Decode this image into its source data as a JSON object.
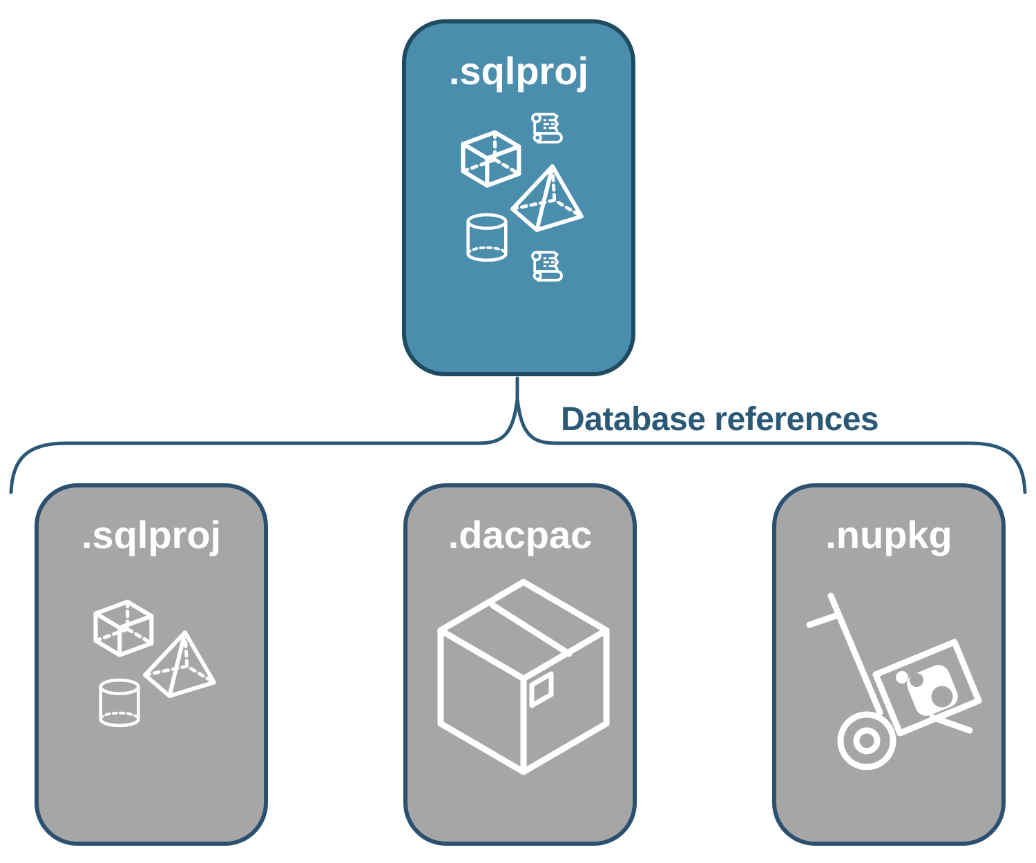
{
  "diagram": {
    "parent_box": {
      "label": ".sqlproj",
      "icons": [
        "cube-icon",
        "scroll-icon",
        "pyramid-icon",
        "cylinder-icon",
        "scroll-icon"
      ]
    },
    "edge_label": "Database references",
    "child_boxes": [
      {
        "label": ".sqlproj",
        "icons": [
          "cube-icon",
          "pyramid-icon",
          "cylinder-icon"
        ]
      },
      {
        "label": ".dacpac",
        "icons": [
          "package-box-icon"
        ]
      },
      {
        "label": ".nupkg",
        "icons": [
          "nuget-handtruck-icon"
        ]
      }
    ],
    "colors": {
      "parent_fill": "#4a8dad",
      "parent_border": "#1e4b60",
      "child_fill": "#a6a6a6",
      "child_border": "#2b5070",
      "connector": "#2b5877",
      "label_text": "#ffffff",
      "icon_stroke": "#ffffff",
      "background": "#ffffff"
    }
  }
}
